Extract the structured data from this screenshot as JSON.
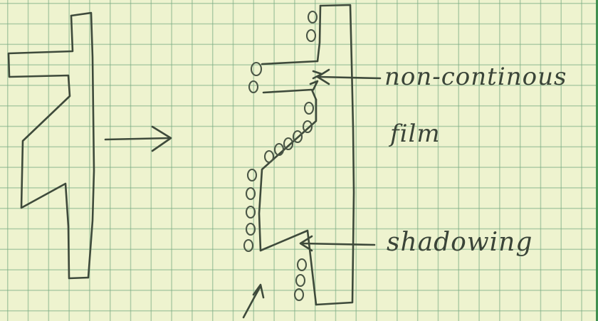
{
  "labels": {
    "non_continuous": "non-continous",
    "film": "film",
    "shadowing": "shadowing"
  }
}
